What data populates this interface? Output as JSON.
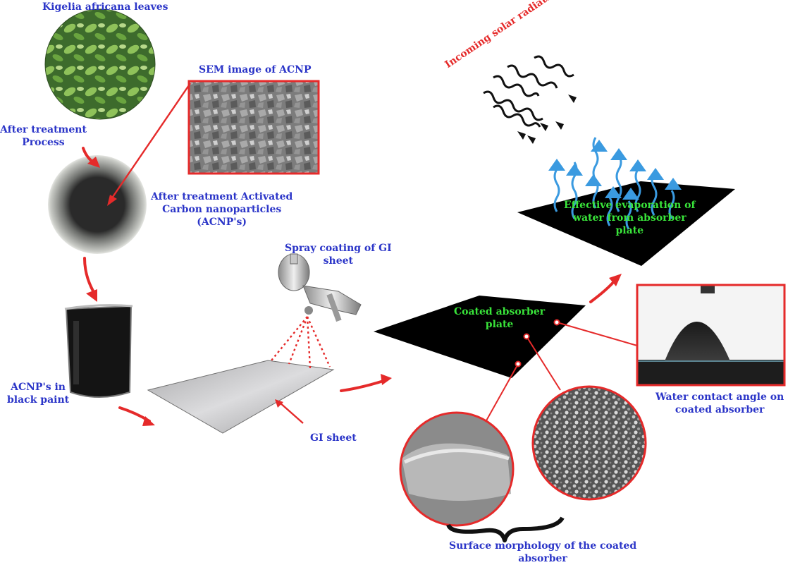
{
  "labels": {
    "kigelia_leaves": "Kigelia africana leaves",
    "after_treatment": [
      "After treatment",
      "Process"
    ],
    "sem_image": "SEM image of ACNP",
    "acnp": [
      "After treatment Activated",
      "Carbon nanoparticles",
      "(ACNP's)"
    ],
    "acnp_paint": [
      "ACNP's in",
      "black paint"
    ],
    "spray_coating": [
      "Spray coating of GI",
      "sheet"
    ],
    "gi_sheet": "GI sheet",
    "coated_plate": [
      "Coated absorber",
      "plate"
    ],
    "solar": "Incoming solar radiation",
    "evaporation": [
      "Effective evaporation of",
      "water from absorber",
      "plate"
    ],
    "contact_angle": [
      "Water contact angle on",
      "coated absorber"
    ],
    "morphology": [
      "Surface morphology of the coated",
      "absorber"
    ]
  },
  "colors": {
    "label_blue": "#2b35c8",
    "arrow_red": "#e52a2a",
    "highlight_green": "#39e43a",
    "vapor_blue": "#3a9ae0",
    "plate_black": "#000000"
  }
}
